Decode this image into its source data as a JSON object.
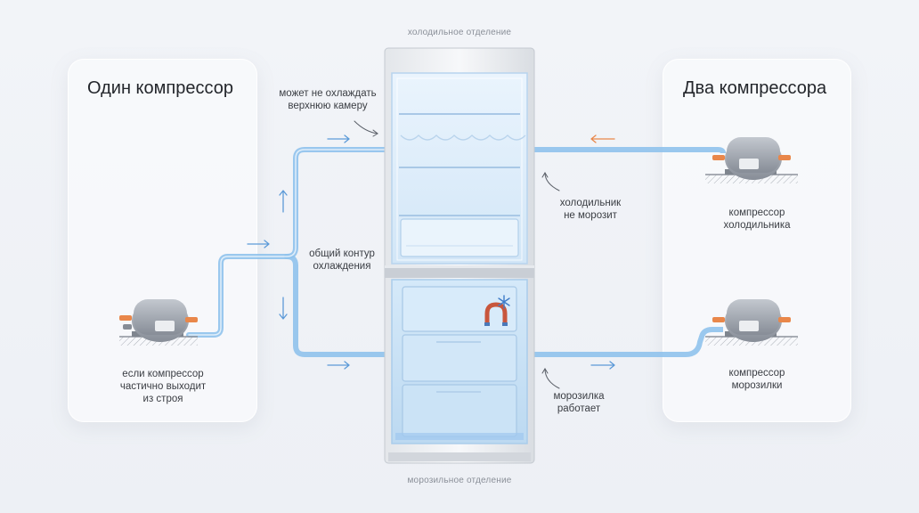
{
  "sections": {
    "fridge_label": "холодильное отделение",
    "freezer_label": "морозильное отделение"
  },
  "left_panel": {
    "title": "Один компрессор",
    "caption_lines": [
      "если компрессор",
      "частично выходит",
      "из строя"
    ]
  },
  "right_panel": {
    "title": "Два компрессора",
    "fridge_compressor_lines": [
      "компрессор",
      "холодильника"
    ],
    "freezer_compressor_lines": [
      "компрессор",
      "морозилки"
    ]
  },
  "annotations": {
    "top_chamber_lines": [
      "может не охлаждать",
      "верхнюю камеру"
    ],
    "shared_loop_lines": [
      "общий контур",
      "охлаждения"
    ],
    "fridge_fail_lines": [
      "холодильник",
      "не морозит"
    ],
    "freezer_ok_lines": [
      "морозилка",
      "работает"
    ]
  },
  "icons": {
    "compressor": "compressor-icon",
    "snowflake": "snowflake-icon",
    "magnet": "magnet-icon",
    "arrow": "arrow-icon"
  },
  "colors": {
    "pipe_blue": "#8fc2ec",
    "arrow_blue": "#5c9ad8",
    "arrow_orange": "#e9874a",
    "compressor_gray": "#9aa0aa",
    "fridge_interior": "#dcecfa",
    "freezer_interior": "#cde4f7"
  }
}
